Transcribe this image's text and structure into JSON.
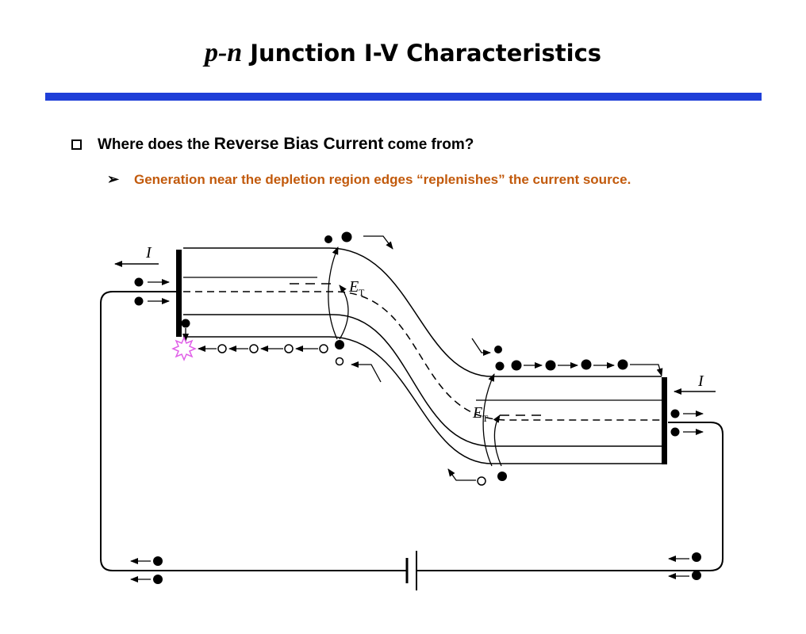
{
  "slide": {
    "title_italic": "p-n",
    "title_rest": "Junction I-V Characteristics",
    "question_lead": "Where does the ",
    "question_emph": "Reverse Bias Current",
    "question_tail": " come from?",
    "answer": "Generation near the depletion region edges “replenishes” the current source."
  },
  "diagram": {
    "label_I": "I",
    "label_E": "E",
    "label_T": "T"
  },
  "colors": {
    "accent_bar": "#1f3fd8",
    "answer_text": "#c25a0c",
    "burst": "#e060e8"
  }
}
